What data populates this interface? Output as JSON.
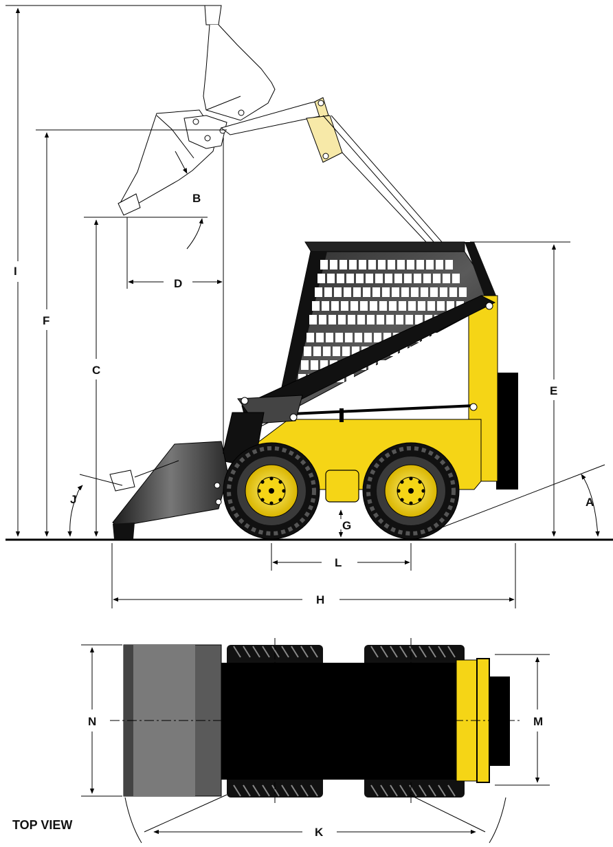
{
  "diagram": {
    "view_label": "TOP VIEW",
    "dimensions": {
      "A": "A",
      "B": "B",
      "C": "C",
      "D": "D",
      "E": "E",
      "F": "F",
      "G": "G",
      "H": "H",
      "I": "I",
      "J": "J",
      "K": "K",
      "L": "L",
      "M": "M",
      "N": "N"
    },
    "colors": {
      "body_yellow": "#f5d516",
      "pale_yellow": "#f7e9a8",
      "black": "#000000",
      "bucket_gray": "#6e6e6e",
      "ground": "#000000"
    }
  }
}
